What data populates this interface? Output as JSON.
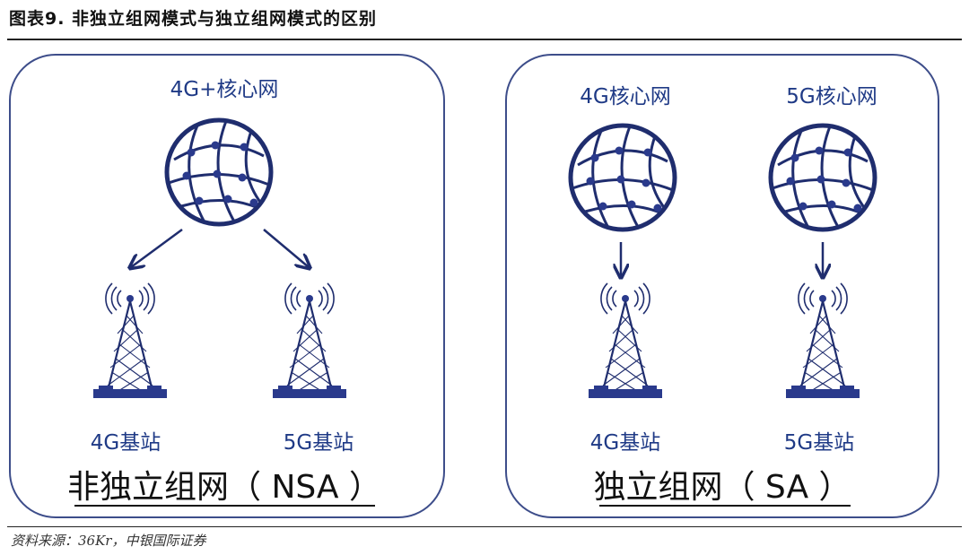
{
  "figure_title": "图表9. 非独立组网模式与独立组网模式的区别",
  "source_note": "资料来源：36Kr，中银国际证券",
  "nsa": {
    "core_label": "4G+核心网",
    "station_4g_label": "4G基站",
    "station_5g_label": "5G基站",
    "mode_label": "非独立组网（ NSA ）"
  },
  "sa": {
    "core_4g_label": "4G核心网",
    "core_5g_label": "5G核心网",
    "station_4g_label": "4G基站",
    "station_5g_label": "5G基站",
    "mode_label": "独立组网（ SA ）"
  },
  "colors": {
    "line": "#1f2d6e",
    "node": "#2a3a8c",
    "label_blue": "#1f3a86",
    "panel_border": "#3d4d8a"
  }
}
